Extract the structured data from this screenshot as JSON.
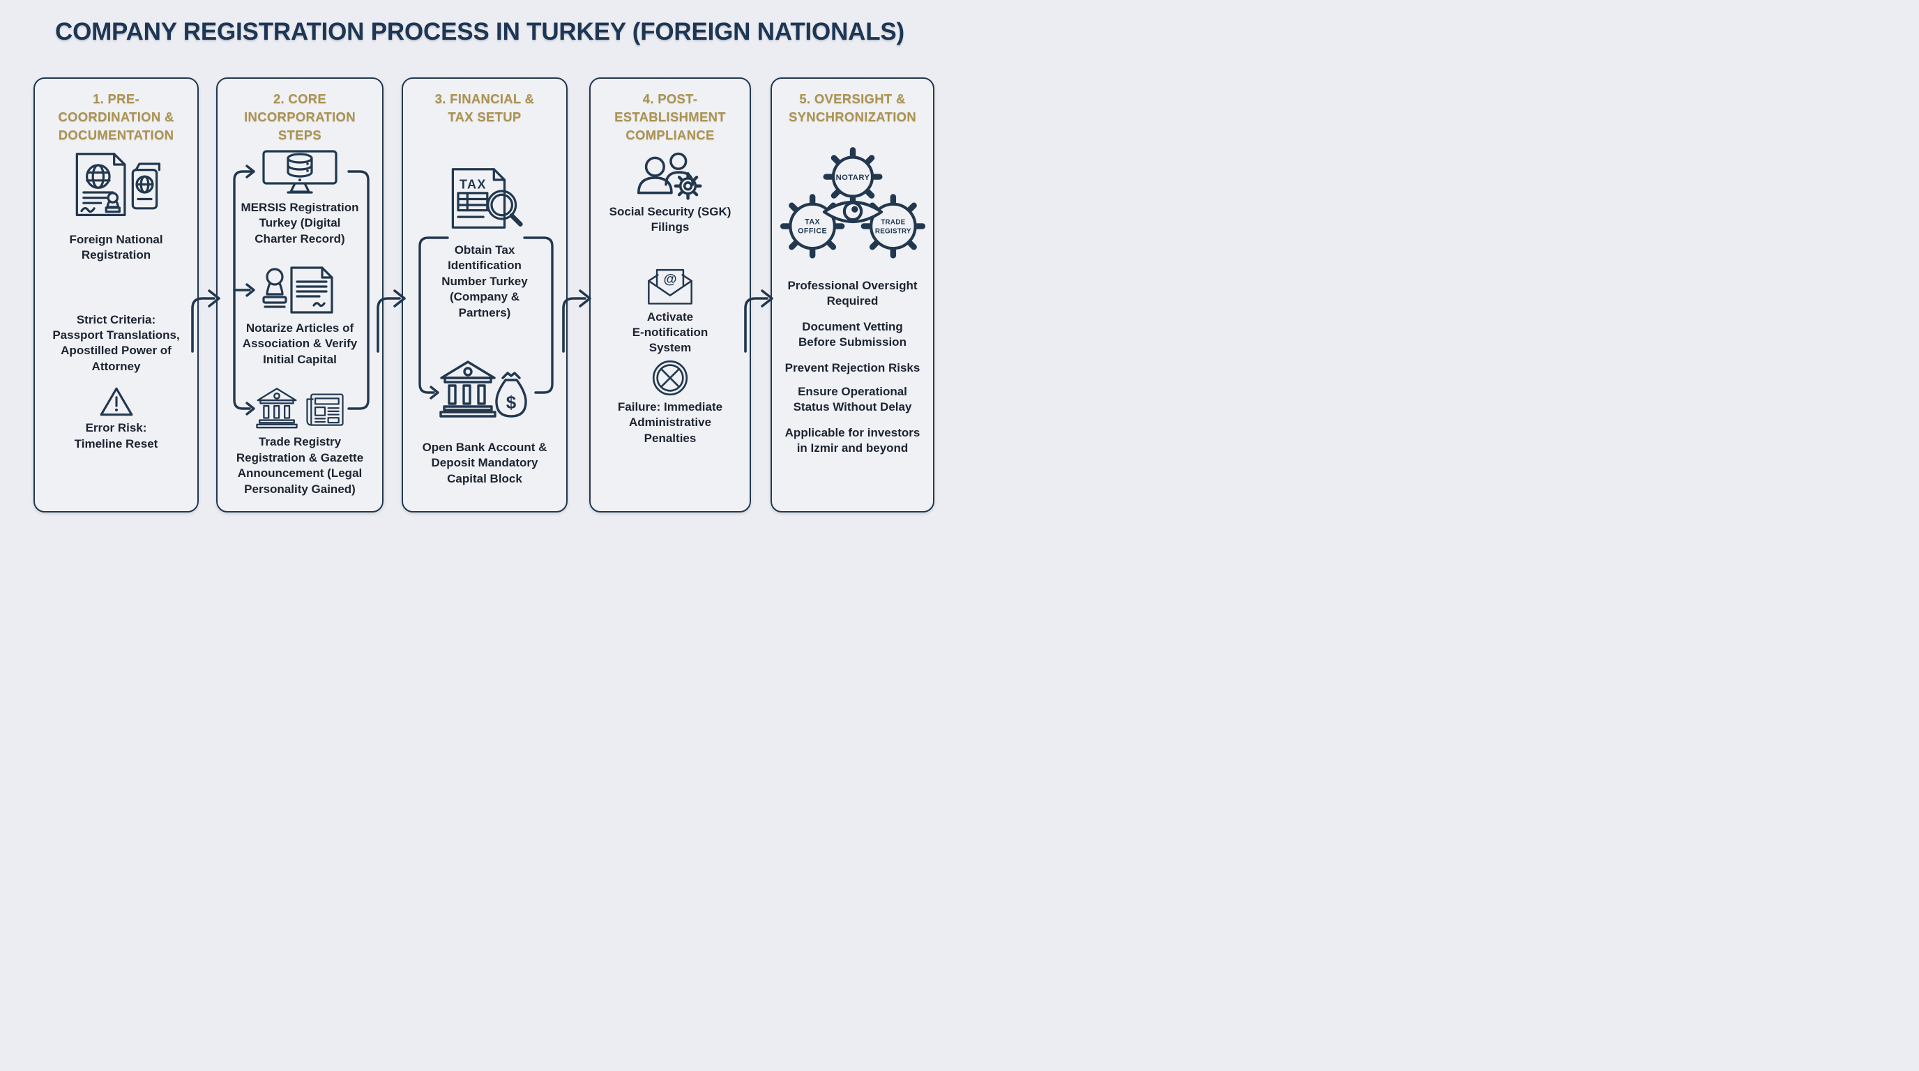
{
  "title": "COMPANY REGISTRATION PROCESS IN TURKEY (FOREIGN NATIONALS)",
  "colors": {
    "background": "#ecedf2",
    "panel_background": "#f0f1f5",
    "navy": "#22384f",
    "gold_heading": "#ab9351",
    "body_text": "#1c2431",
    "title_text": "#1d3654"
  },
  "panels": [
    {
      "heading": "1. PRE-\nCOORDINATION &\nDOCUMENTATION",
      "icons": [
        "registration-document-passport-icon",
        "warning-triangle-icon"
      ],
      "texts": {
        "t1": "Foreign National\nRegistration",
        "t2": "Strict Criteria:\nPassport Translations,\nApostilled Power of\nAttorney",
        "t3": "Error Risk:\nTimeline Reset"
      }
    },
    {
      "heading": "2. CORE\nINCORPORATION\nSTEPS",
      "icons": [
        "monitor-database-icon",
        "stamp-document-icon",
        "bank-building-icon",
        "newspaper-icon"
      ],
      "texts": {
        "t1": "MERSIS Registration\nTurkey (Digital\nCharter Record)",
        "t2": "Notarize Articles of\nAssociation & Verify\nInitial Capital",
        "t3": "Trade Registry\nRegistration & Gazette\nAnnouncement (Legal\nPersonality Gained)"
      }
    },
    {
      "heading": "3. FINANCIAL &\nTAX SETUP",
      "icons": [
        "tax-document-magnifier-icon",
        "bank-moneybag-icon"
      ],
      "tax_label": "TAX",
      "dollar": "$",
      "texts": {
        "t1": "Obtain Tax\nIdentification\nNumber Turkey\n(Company &\nPartners)",
        "t2": "Open Bank Account &\nDeposit Mandatory\nCapital Block"
      }
    },
    {
      "heading": "4. POST-\nESTABLISHMENT\nCOMPLIANCE",
      "icons": [
        "people-gear-icon",
        "envelope-at-icon",
        "prohibition-circle-icon"
      ],
      "at_symbol": "@",
      "texts": {
        "t1": "Social Security (SGK)\nFilings",
        "t2": "Activate\nE-notification\nSystem",
        "t3": "Failure: Immediate\nAdministrative\nPenalties"
      }
    },
    {
      "heading": "5. OVERSIGHT &\nSYNCHRONIZATION",
      "icons": [
        "gears-eye-icon"
      ],
      "gears": {
        "top": "NOTARY",
        "left_1": "TAX",
        "left_2": "OFFICE",
        "right_1": "TRADE",
        "right_2": "REGISTRY"
      },
      "texts": {
        "t1": "Professional Oversight\nRequired",
        "t2": "Document Vetting\nBefore Submission",
        "t3": "Prevent Rejection Risks",
        "t4": "Ensure Operational\nStatus Without Delay",
        "t5": "Applicable for investors\nin Izmir and beyond"
      }
    }
  ]
}
